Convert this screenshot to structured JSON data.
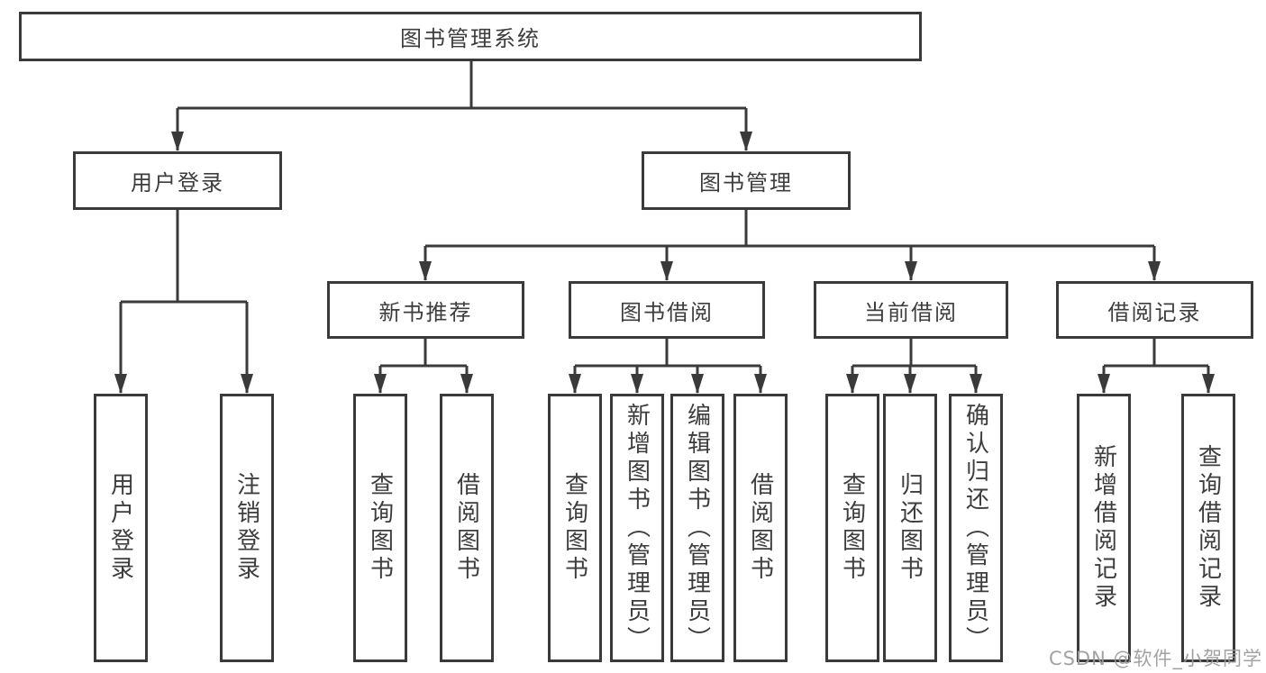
{
  "colors": {
    "line": "#3a3a3a",
    "box_border": "#3a3a3a",
    "text": "#3d3d3d",
    "watermark_text": "#9b9b9b",
    "background": "#ffffff"
  },
  "diagram": {
    "root": {
      "label": "图书管理系统"
    },
    "children": [
      {
        "label": "用户登录",
        "leaves": [
          "用户登录",
          "注销登录"
        ]
      },
      {
        "label": "图书管理",
        "children": [
          {
            "label": "新书推荐",
            "leaves": [
              "查询图书",
              "借阅图书"
            ]
          },
          {
            "label": "图书借阅",
            "leaves": [
              "查询图书",
              "新增图书（管理员）",
              "编辑图书（管理员）",
              "借阅图书"
            ]
          },
          {
            "label": "当前借阅",
            "leaves": [
              "查询图书",
              "归还图书",
              "确认归还（管理员）"
            ]
          },
          {
            "label": "借阅记录",
            "leaves": [
              "新增借阅记录",
              "查询借阅记录"
            ]
          }
        ]
      }
    ]
  },
  "watermark": {
    "text": "CSDN @软件_小贺同学"
  }
}
